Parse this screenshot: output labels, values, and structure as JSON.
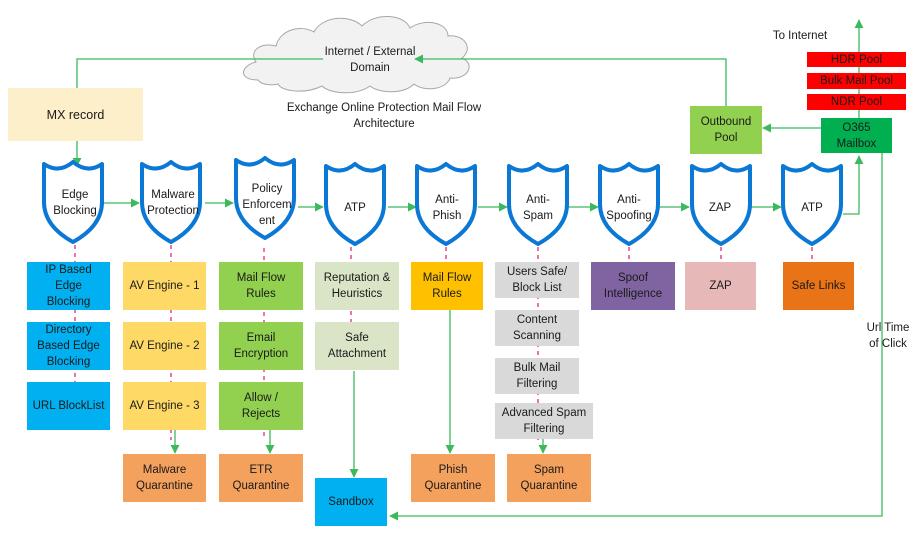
{
  "title": "Exchange Online Protection Mail Flow\nArchitecture",
  "cloud_label": "Internet / External\nDomain",
  "mx_record": "MX record",
  "to_internet": "To Internet",
  "outbound_pool": "Outbound\nPool",
  "o365_mailbox": "O365\nMailbox",
  "pools": [
    "HDR Pool",
    "Bulk Mail Pool",
    "NDR Pool"
  ],
  "url_time_of_click": "Url Time\nof Click",
  "stages": [
    {
      "label": "Edge\nBlocking",
      "components": [
        "IP Based\nEdge\nBlocking",
        "Directory\nBased Edge\nBlocking",
        "URL BlockList"
      ],
      "quarantine": null
    },
    {
      "label": "Malware\nProtection",
      "components": [
        "AV Engine - 1",
        "AV Engine - 2",
        "AV Engine - 3"
      ],
      "quarantine": "Malware\nQuarantine"
    },
    {
      "label": "Policy\nEnforcem\nent",
      "components": [
        "Mail Flow\nRules",
        "Email\nEncryption",
        "Allow /\nRejects"
      ],
      "quarantine": "ETR\nQuarantine"
    },
    {
      "label": "ATP",
      "components": [
        "Reputation &\nHeuristics",
        "Safe\nAttachment"
      ],
      "quarantine": "Sandbox"
    },
    {
      "label": "Anti-\nPhish",
      "components": [
        "Mail Flow\nRules"
      ],
      "quarantine": "Phish\nQuarantine"
    },
    {
      "label": "Anti-\nSpam",
      "components": [
        "Users Safe/\nBlock List",
        "Content\nScanning",
        "Bulk Mail\nFiltering",
        "Advanced Spam\nFiltering"
      ],
      "quarantine": "Spam\nQuarantine"
    },
    {
      "label": "Anti-\nSpoofing",
      "components": [
        "Spoof\nIntelligence"
      ],
      "quarantine": null
    },
    {
      "label": "ZAP",
      "components": [
        "ZAP"
      ],
      "quarantine": null
    },
    {
      "label": "ATP",
      "components": [
        "Safe Links"
      ],
      "quarantine": null
    }
  ],
  "colors": {
    "shield_stroke": "#0a78d4",
    "flow_line": "#3cb95c",
    "dashed_link": "#e0157a"
  }
}
